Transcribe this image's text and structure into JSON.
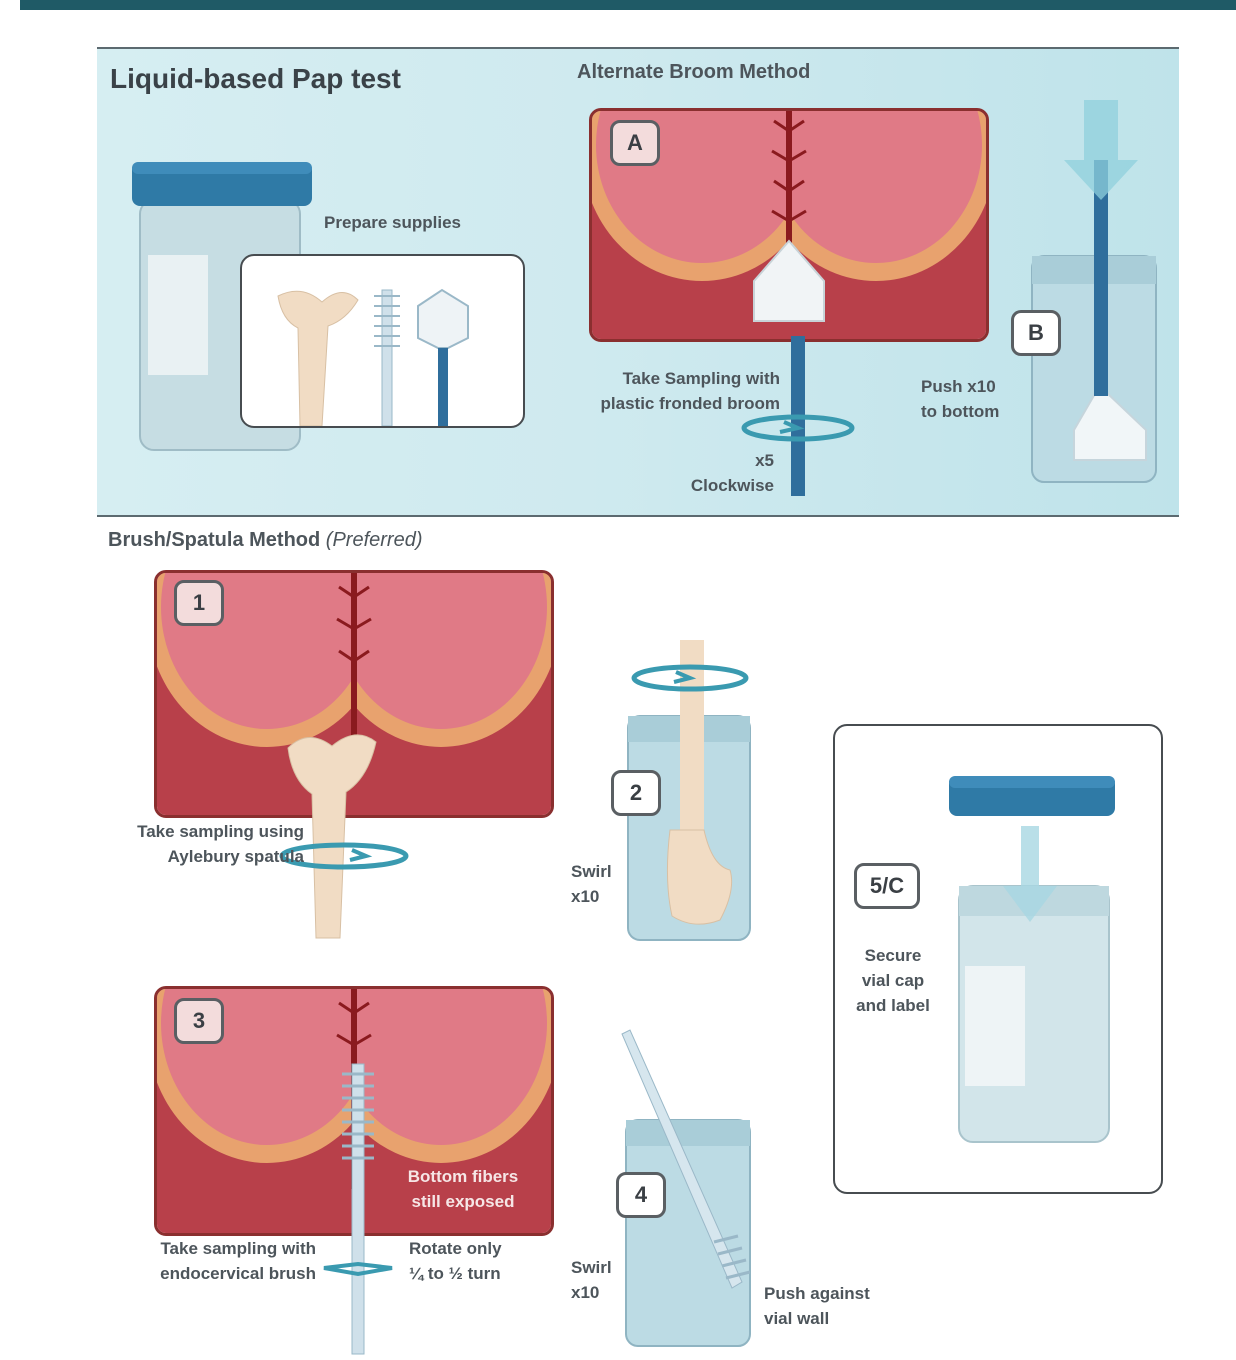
{
  "header": {
    "title": "Liquid-based Pap test"
  },
  "top_panel": {
    "prepare_label": "Prepare supplies",
    "broom_heading": "Alternate Broom Method",
    "step_a": {
      "badge": "A",
      "text_line1": "Take Sampling with",
      "text_line2": "plastic fronded broom",
      "count": "x5",
      "direction": "Clockwise"
    },
    "step_b": {
      "badge": "B",
      "text_line1": "Push x10",
      "text_line2": "to bottom"
    }
  },
  "bottom_panel": {
    "heading": "Brush/Spatula Method",
    "heading_note": "(Preferred)",
    "step1": {
      "badge": "1",
      "text_line1": "Take sampling using",
      "text_line2": "Aylebury spatula"
    },
    "step2": {
      "badge": "2",
      "text_line1": "Swirl",
      "text_line2": "x10"
    },
    "step3": {
      "badge": "3",
      "note_line1": "Bottom fibers",
      "note_line2": "still exposed",
      "text_line1": "Take sampling with",
      "text_line2": "endocervical brush",
      "rotate_line1": "Rotate only",
      "rotate_line2": "¼ to ½ turn"
    },
    "step4": {
      "badge": "4",
      "text_line1": "Swirl",
      "text_line2": "x10",
      "push_line1": "Push against",
      "push_line2": "vial wall"
    },
    "step5": {
      "badge": "5/C",
      "text_line1": "Secure",
      "text_line2": "vial cap",
      "text_line3": "and label"
    }
  },
  "colors": {
    "accent": "#1f5a66",
    "cap_blue": "#2f7aa6",
    "tissue": "#c04a4f",
    "panel": "#cfeaef"
  }
}
